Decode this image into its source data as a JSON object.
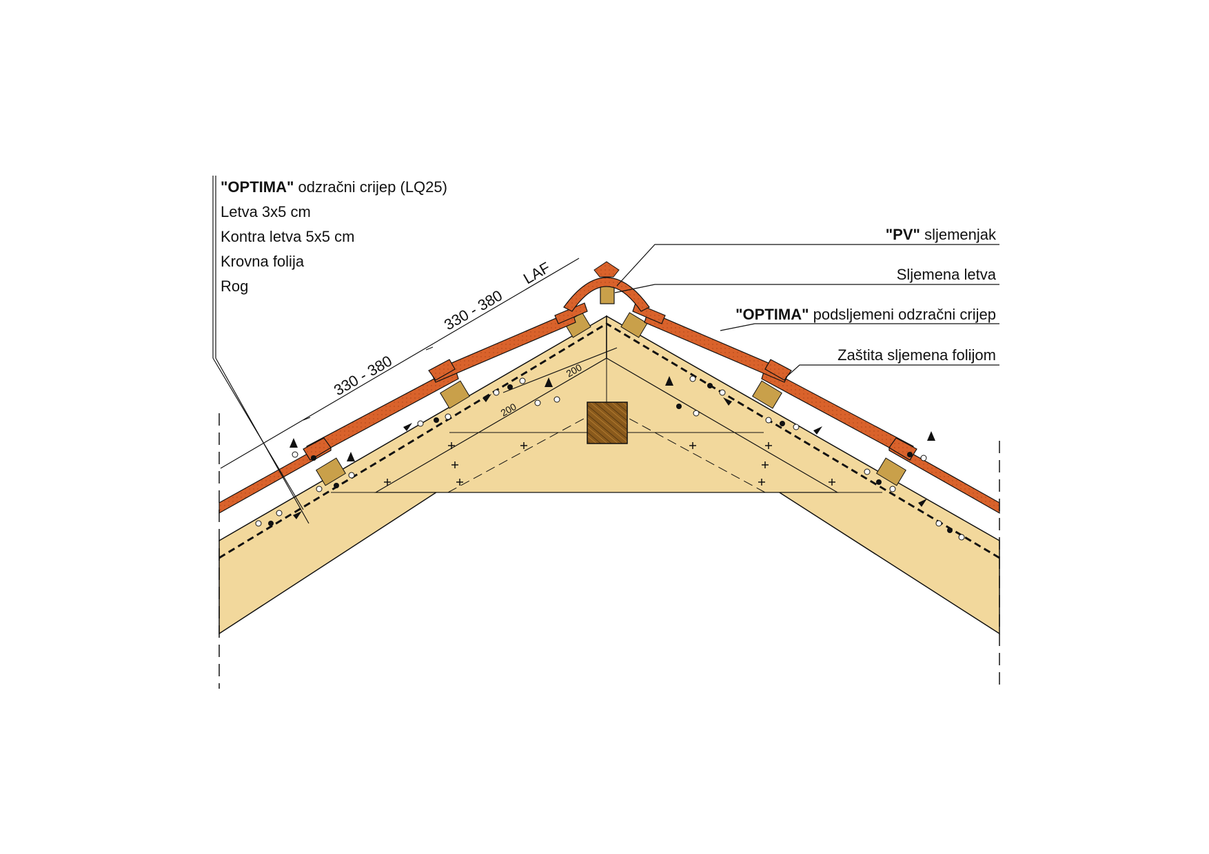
{
  "left_labels": [
    {
      "bold": "\"OPTIMA\"",
      "text": " odzračni crijep (LQ25)"
    },
    {
      "bold": "",
      "text": "Letva 3x5 cm"
    },
    {
      "bold": "",
      "text": "Kontra letva 5x5 cm"
    },
    {
      "bold": "",
      "text": "Krovna folija"
    },
    {
      "bold": "",
      "text": "Rog"
    }
  ],
  "right_labels": [
    {
      "bold": "\"PV\"",
      "text": " sljemenjak"
    },
    {
      "bold": "",
      "text": "Sljemena letva"
    },
    {
      "bold": "\"OPTIMA\"",
      "text": " podsljemeni odzračni crijep"
    },
    {
      "bold": "",
      "text": "Zaštita sljemena folijom"
    }
  ],
  "dimensions": {
    "dim1": "330 - 380",
    "dim2": "330 - 380",
    "laf": "LAF",
    "small1": "200",
    "small2": "200"
  },
  "colors": {
    "tile": "#d9622b",
    "tile_dark": "#a84418",
    "wood": "#f2d89c",
    "batten": "#c9a04a",
    "beam": "#8a5a1c",
    "line": "#111111"
  }
}
